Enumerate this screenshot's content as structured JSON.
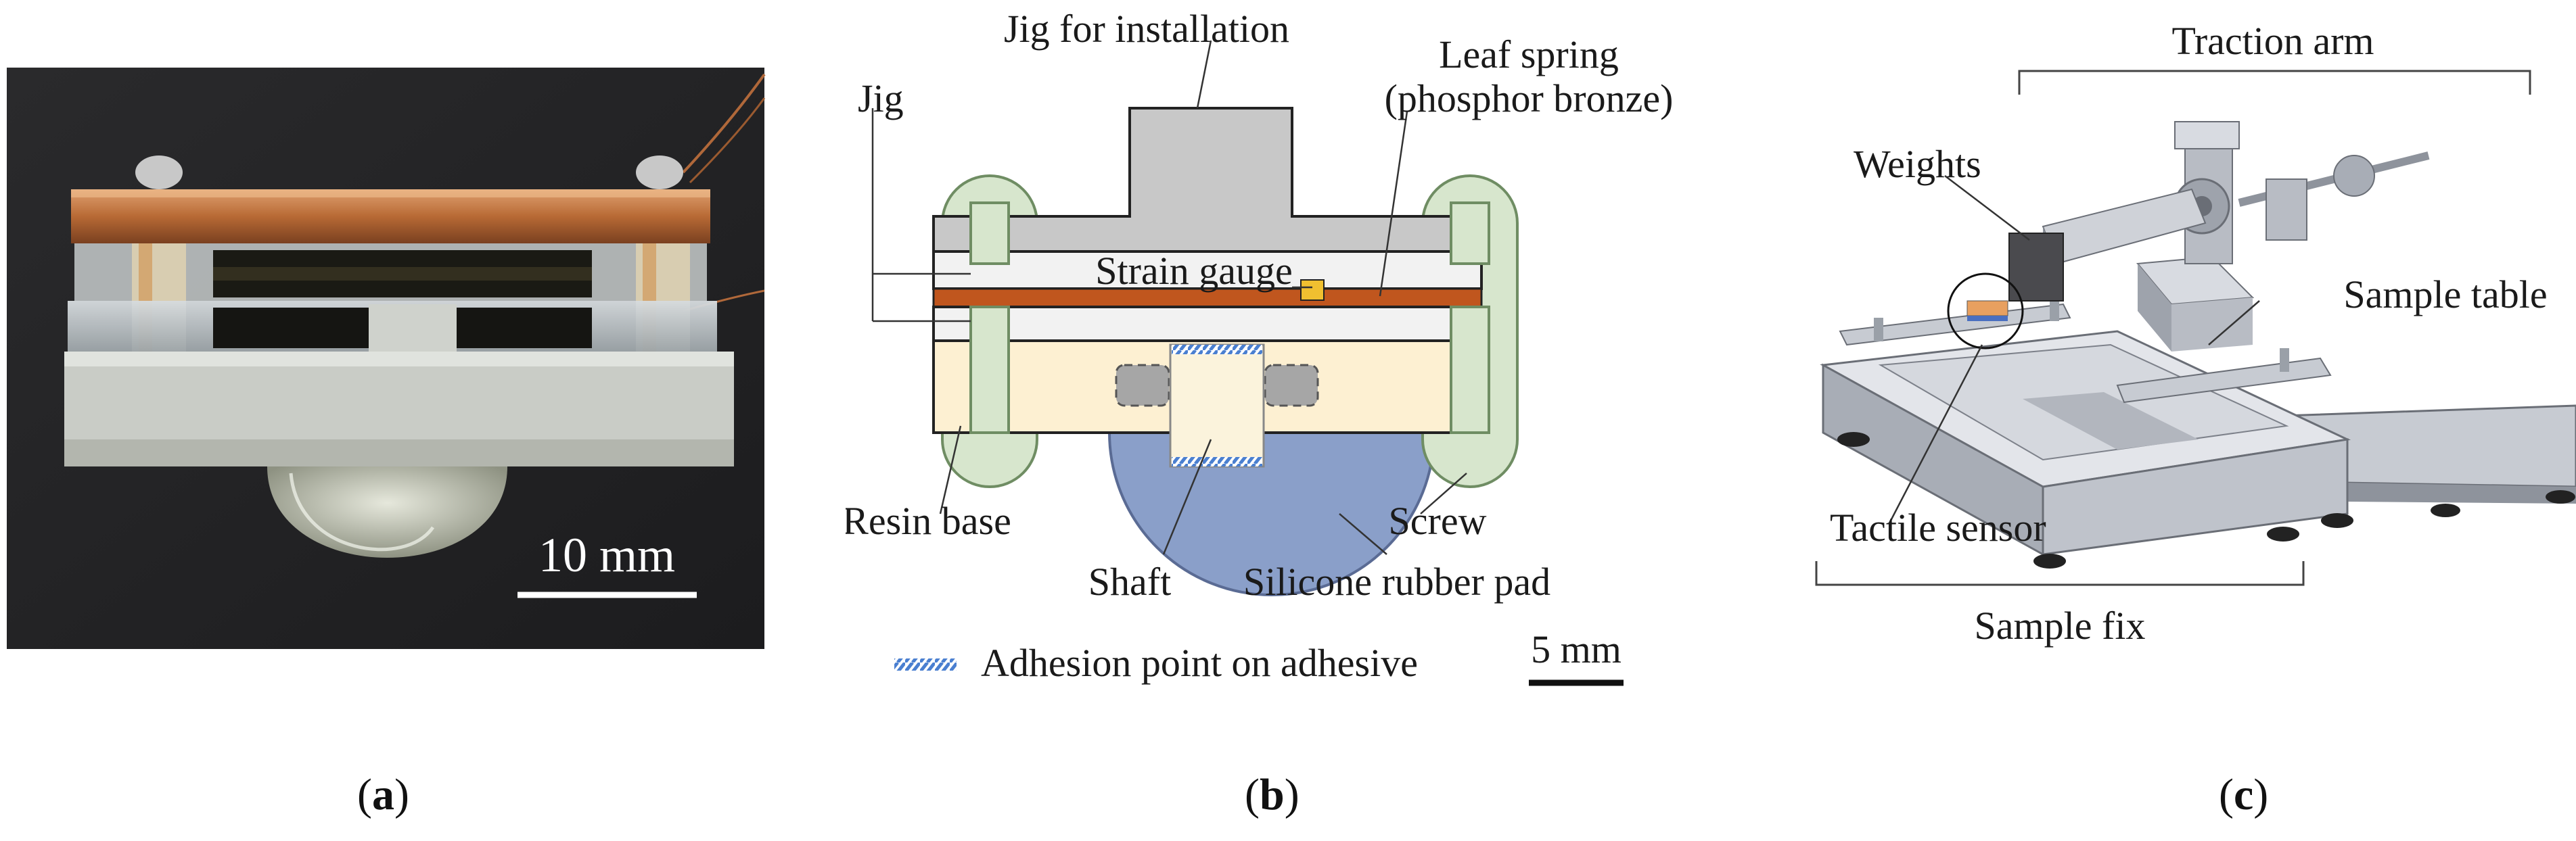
{
  "panel_a": {
    "scale_label": "10 mm",
    "caption_letter": "a"
  },
  "panel_b": {
    "labels": {
      "jig_for_installation": "Jig for installation",
      "leaf_spring_line1": "Leaf spring",
      "leaf_spring_line2": "(phosphor bronze)",
      "jig": "Jig",
      "strain_gauge": "Strain gauge",
      "resin_base": "Resin base",
      "screw": "Screw",
      "shaft": "Shaft",
      "silicone_pad": "Silicone rubber pad"
    },
    "legend_label": "Adhesion point on adhesive",
    "scale_label": "5 mm",
    "caption_letter": "b",
    "colors": {
      "jig_grey": "#c8c8c8",
      "leaf_spring": "#c0561e",
      "resin": "#fdf0d2",
      "screw_green": "#d7e6cd",
      "pad_blue": "#8a9fc9",
      "adhesion": "#4a7fd0"
    }
  },
  "panel_c": {
    "labels": {
      "traction_arm": "Traction arm",
      "weights": "Weights",
      "sample_table": "Sample table",
      "tactile_sensor": "Tactile sensor",
      "sample_fix": "Sample fix"
    },
    "caption_letter": "c"
  }
}
